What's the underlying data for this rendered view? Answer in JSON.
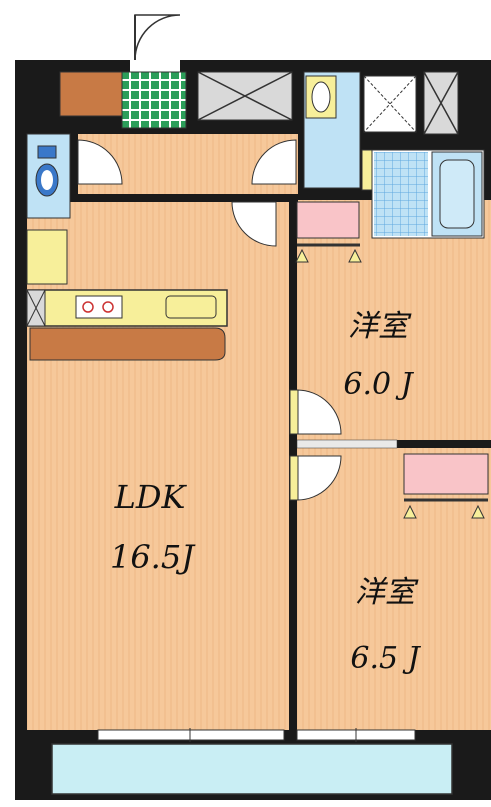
{
  "rooms": {
    "ldk": {
      "name": "LDK",
      "size": "16.5J"
    },
    "western_room_1": {
      "name": "洋室",
      "size": "6.0 J"
    },
    "western_room_2": {
      "name": "洋室",
      "size": "6.5 J"
    }
  },
  "colors": {
    "wall": "#1a1a1a",
    "floor": "#f6c89a",
    "floor_stripe": "#f0bb88",
    "wet_area": "#bfe2f5",
    "tile": "#7fb9e6",
    "storage": "#d9d9d9",
    "closet": "#f9c4c8",
    "counter": "#c87a45",
    "kitchen": "#f7ef9a",
    "entry_tile": "#2c9e5a",
    "balcony": "#c9eef4"
  }
}
